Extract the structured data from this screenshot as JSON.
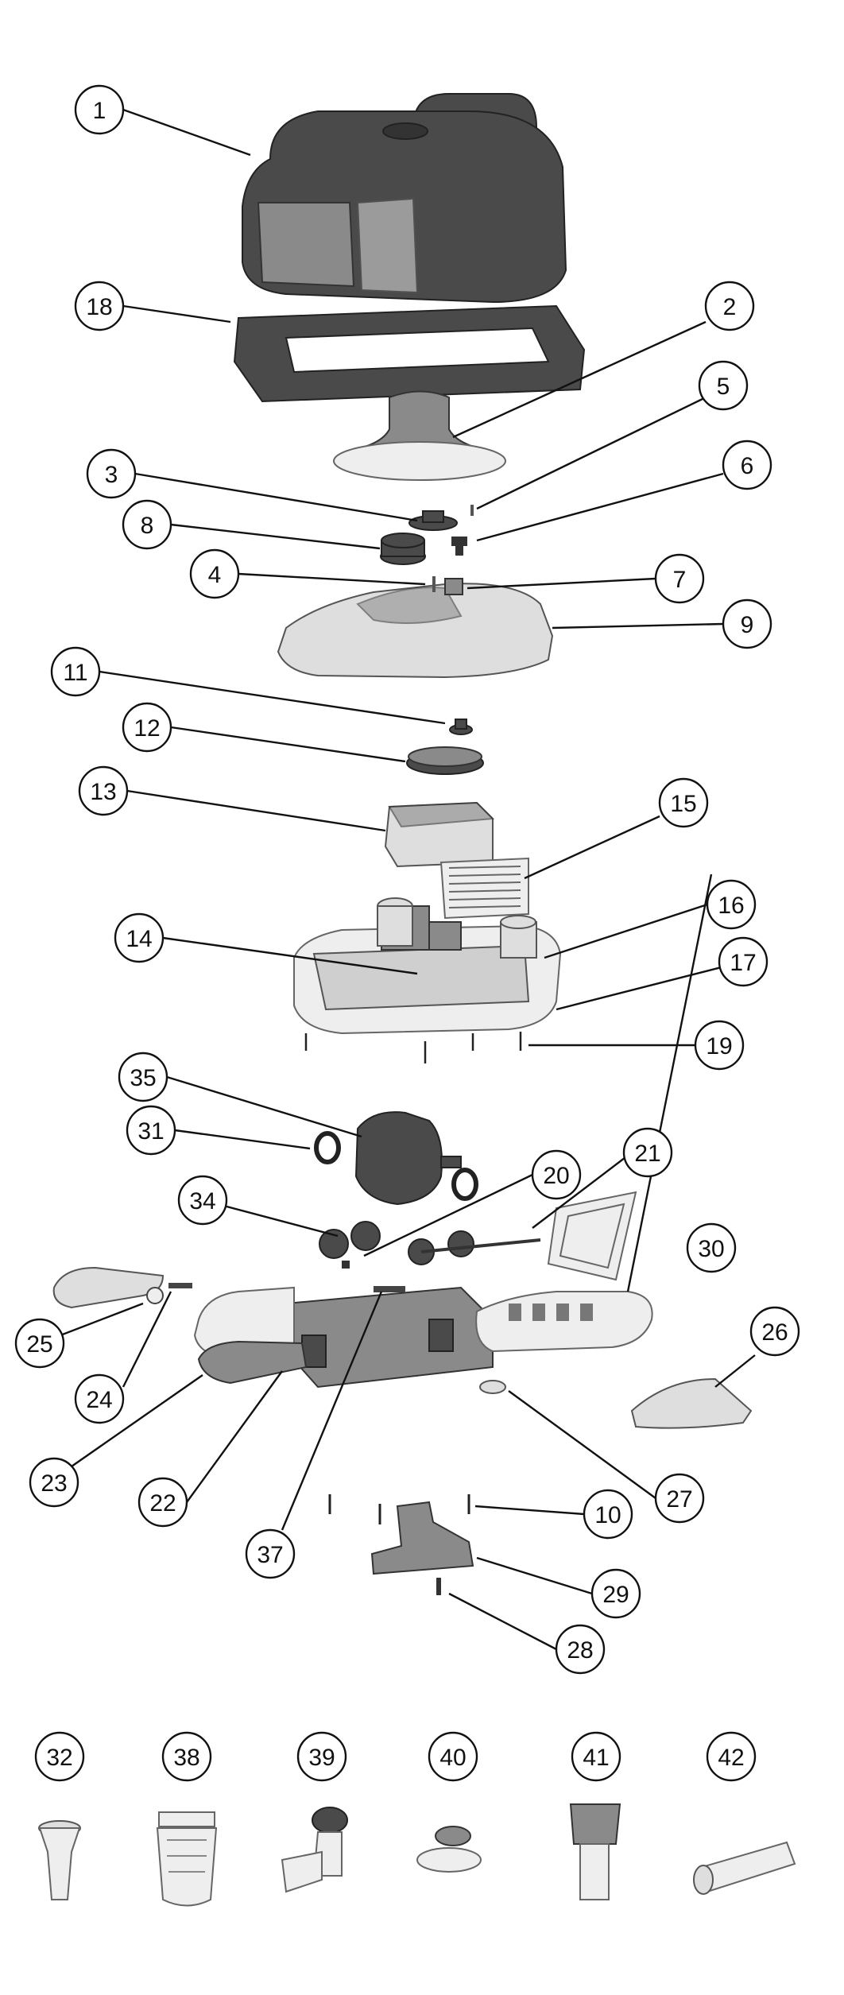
{
  "diagram": {
    "callouts": [
      {
        "id": "c1",
        "label": "1"
      },
      {
        "id": "c18",
        "label": "18"
      },
      {
        "id": "c2",
        "label": "2"
      },
      {
        "id": "c5",
        "label": "5"
      },
      {
        "id": "c3",
        "label": "3"
      },
      {
        "id": "c6",
        "label": "6"
      },
      {
        "id": "c8",
        "label": "8"
      },
      {
        "id": "c4",
        "label": "4"
      },
      {
        "id": "c7",
        "label": "7"
      },
      {
        "id": "c9",
        "label": "9"
      },
      {
        "id": "c11",
        "label": "11"
      },
      {
        "id": "c12",
        "label": "12"
      },
      {
        "id": "c13",
        "label": "13"
      },
      {
        "id": "c15",
        "label": "15"
      },
      {
        "id": "c16",
        "label": "16"
      },
      {
        "id": "c14",
        "label": "14"
      },
      {
        "id": "c17",
        "label": "17"
      },
      {
        "id": "c19",
        "label": "19"
      },
      {
        "id": "c35",
        "label": "35"
      },
      {
        "id": "c31",
        "label": "31"
      },
      {
        "id": "c20",
        "label": "20"
      },
      {
        "id": "c21",
        "label": "21"
      },
      {
        "id": "c34",
        "label": "34"
      },
      {
        "id": "c30",
        "label": "30"
      },
      {
        "id": "c25",
        "label": "25"
      },
      {
        "id": "c26",
        "label": "26"
      },
      {
        "id": "c24",
        "label": "24"
      },
      {
        "id": "c23",
        "label": "23"
      },
      {
        "id": "c22",
        "label": "22"
      },
      {
        "id": "c27",
        "label": "27"
      },
      {
        "id": "c37",
        "label": "37"
      },
      {
        "id": "c10",
        "label": "10"
      },
      {
        "id": "c29",
        "label": "29"
      },
      {
        "id": "c28",
        "label": "28"
      },
      {
        "id": "c32",
        "label": "32"
      },
      {
        "id": "c38",
        "label": "38"
      },
      {
        "id": "c39",
        "label": "39"
      },
      {
        "id": "c40",
        "label": "40"
      },
      {
        "id": "c41",
        "label": "41"
      },
      {
        "id": "c42",
        "label": "42"
      }
    ]
  }
}
